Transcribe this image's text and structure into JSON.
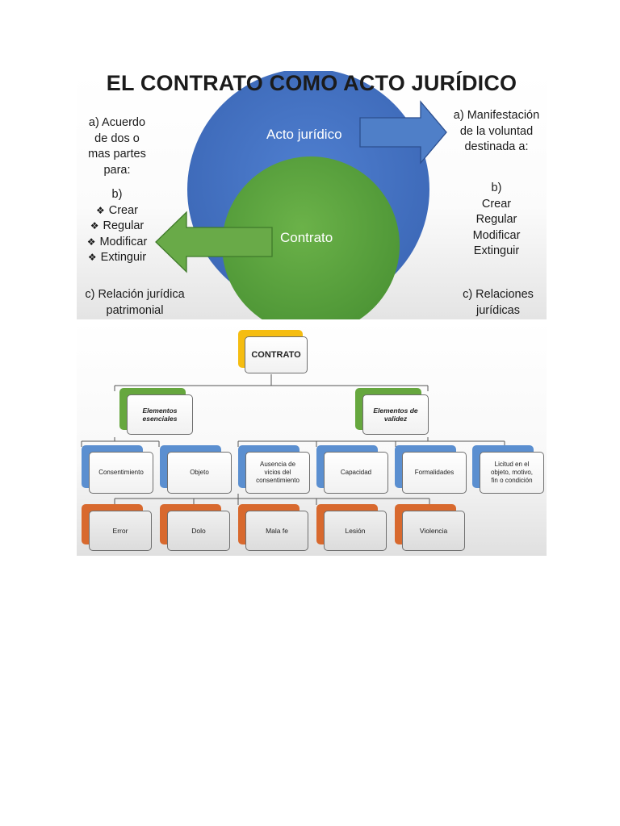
{
  "infographic": {
    "title": "EL CONTRATO COMO ACTO JURÍDICO",
    "outer_circle_label": "Acto jurídico",
    "inner_circle_label": "Contrato",
    "left": {
      "a": [
        "a) Acuerdo",
        "de dos o",
        "mas partes",
        "para:"
      ],
      "b_label": "b)",
      "b_items": [
        "Crear",
        "Regular",
        "Modificar",
        "Extinguir"
      ],
      "bullet_glyph": "❖",
      "c": [
        "c) Relación jurídica",
        "patrimonial"
      ]
    },
    "right": {
      "a": [
        "a) Manifestación",
        "de la voluntad",
        "destinada a:"
      ],
      "b_label": "b)",
      "b_items": [
        "Crear",
        "Regular",
        "Modificar",
        "Extinguir"
      ],
      "c": [
        "c) Relaciones",
        "jurídicas"
      ]
    },
    "colors": {
      "outer_circle": "#4472c4",
      "inner_circle": "#5fa440",
      "arrow_blue": "#4f7fc8",
      "arrow_green": "#69aa48"
    }
  },
  "org_chart": {
    "root": "CONTRATO",
    "essentials": {
      "label": [
        "Elementos",
        "esenciales"
      ],
      "children": [
        [
          "Consentimiento"
        ],
        [
          "Objeto"
        ]
      ]
    },
    "validity": {
      "label": [
        "Elementos de",
        "validez"
      ],
      "children": [
        [
          "Ausencia de",
          "vicios del",
          "consentimiento"
        ],
        [
          "Capacidad"
        ],
        [
          "Formalidades"
        ],
        [
          "Licitud en el",
          "objeto, motivo,",
          "fin o condición"
        ]
      ]
    },
    "vices": [
      "Error",
      "Dolo",
      "Mala fe",
      "Lesión",
      "Violencia"
    ],
    "colors": {
      "root": "#f5bd11",
      "level1": "#66a73e",
      "level2": "#5b8fd0",
      "level3": "#d8692e"
    }
  }
}
